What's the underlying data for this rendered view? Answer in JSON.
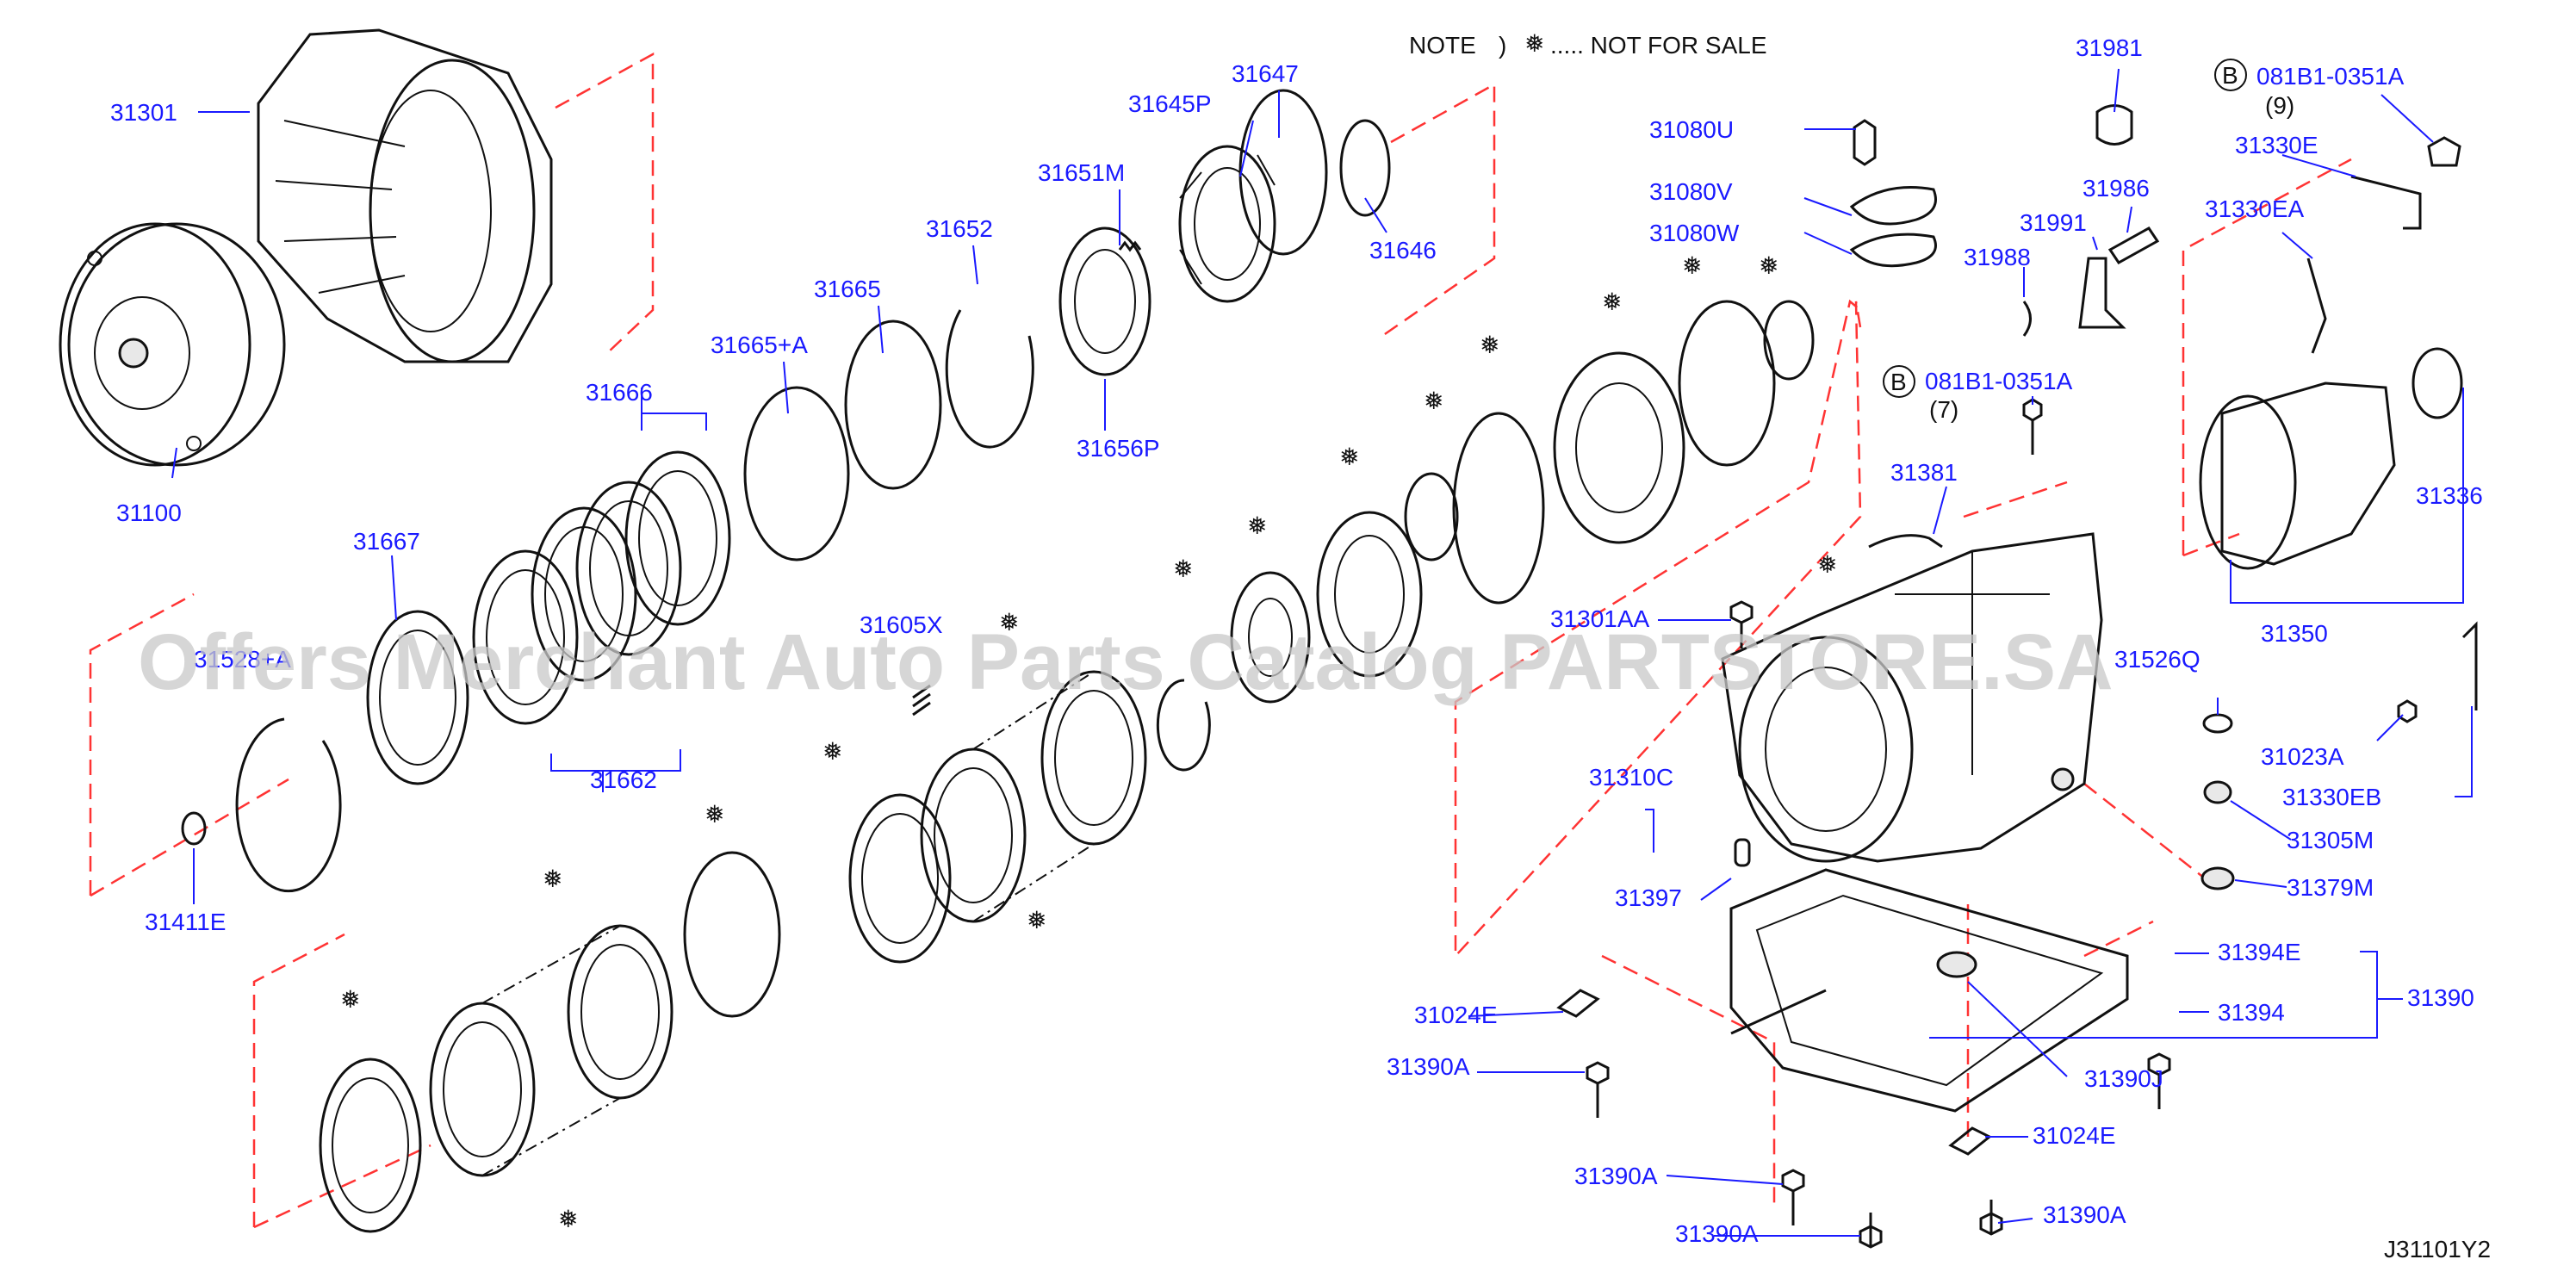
{
  "note": {
    "text_left": "NOTE",
    "paren": ")",
    "symbol": "❅",
    "text_right": "..... NOT  FOR  SALE"
  },
  "diagram_code": "J31101Y2",
  "watermark": "Offers Merchant Auto Parts Catalog PARTSTORE.SA",
  "colors": {
    "label": "#1a1aff",
    "dash": "#ff3333",
    "line": "#111111"
  },
  "labels": {
    "p31301": "31301",
    "p31100": "31100",
    "p31666": "31666",
    "p31665A": "31665+A",
    "p31665": "31665",
    "p31652": "31652",
    "p31651M": "31651M",
    "p31645P": "31645P",
    "p31647": "31647",
    "p31646": "31646",
    "p31656P": "31656P",
    "p31667": "31667",
    "p31662": "31662",
    "p31528A": "31528+A",
    "p31411E": "31411E",
    "p31605X": "31605X",
    "p31080U": "31080U",
    "p31080V": "31080V",
    "p31080W": "31080W",
    "p31981": "31981",
    "p31986": "31986",
    "p31991": "31991",
    "p31988": "31988",
    "bolt9": "081B1-0351A",
    "bolt9_qty": "(9)",
    "p31330E": "31330E",
    "p31330EA": "31330EA",
    "bolt7": "081B1-0351A",
    "bolt7_qty": "(7)",
    "p31381": "31381",
    "p31336": "31336",
    "p31350": "31350",
    "p31301AA": "31301AA",
    "p31526Q": "31526Q",
    "p31023A": "31023A",
    "p31330EB": "31330EB",
    "p31305M": "31305M",
    "p31379M": "31379M",
    "p31310C": "31310C",
    "p31397": "31397",
    "p31394E": "31394E",
    "p31394": "31394",
    "p31390": "31390",
    "p31024E_a": "31024E",
    "p31390A_a": "31390A",
    "p31390J": "31390J",
    "p31024E_b": "31024E",
    "p31390A_b": "31390A",
    "p31390A_c": "31390A",
    "p31390A_d": "31390A",
    "circle_b": "B"
  }
}
